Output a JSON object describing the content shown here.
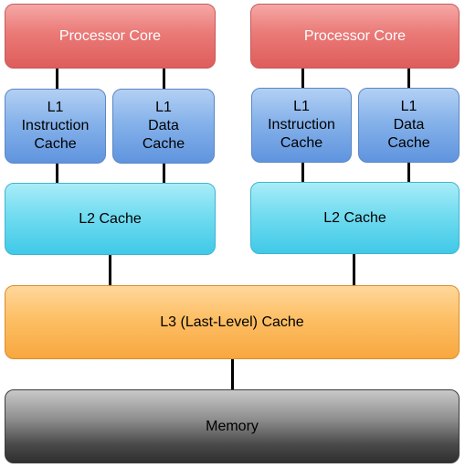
{
  "diagram": {
    "left_core": {
      "core_label": "Processor Core",
      "l1_instruction_label": "L1\nInstruction\nCache",
      "l1_data_label": "L1\nData\nCache",
      "l2_label": "L2 Cache"
    },
    "right_core": {
      "core_label": "Processor Core",
      "l1_instruction_label": "L1\nInstruction\nCache",
      "l1_data_label": "L1\nData\nCache",
      "l2_label": "L2 Cache"
    },
    "l3_label": "L3 (Last-Level) Cache",
    "memory_label": "Memory"
  }
}
